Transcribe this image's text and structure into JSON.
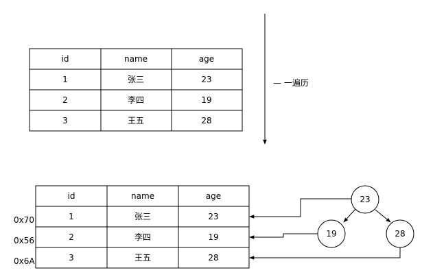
{
  "top_table": {
    "headers": [
      "id",
      "name",
      "age"
    ],
    "rows": [
      [
        "1",
        "张三",
        "23"
      ],
      [
        "2",
        "李四",
        "19"
      ],
      [
        "3",
        "王五",
        "28"
      ]
    ]
  },
  "scan_arrow": {
    "label": "— 一遍历"
  },
  "bottom_table": {
    "headers": [
      "id",
      "name",
      "age"
    ],
    "rows": [
      [
        "1",
        "张三",
        "23"
      ],
      [
        "2",
        "李四",
        "19"
      ],
      [
        "3",
        "王五",
        "28"
      ]
    ],
    "addresses": [
      "0x70",
      "0x56",
      "0x6A"
    ]
  },
  "tree": {
    "nodes": [
      {
        "key": "root",
        "label": "23"
      },
      {
        "key": "left",
        "label": "19"
      },
      {
        "key": "right",
        "label": "28"
      }
    ]
  }
}
